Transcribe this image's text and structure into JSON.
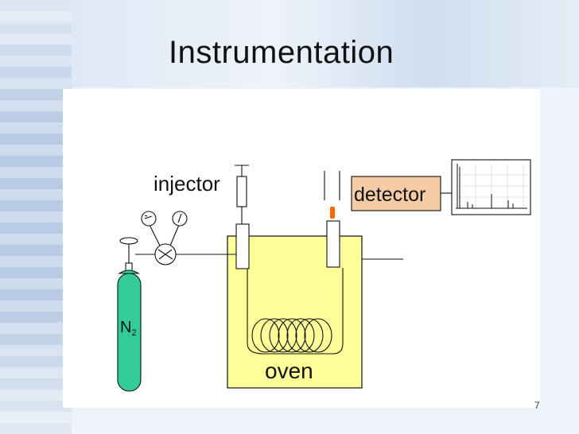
{
  "slide": {
    "title": "Instrumentation",
    "number": "7"
  },
  "diagram": {
    "labels": {
      "injector": "injector",
      "detector": "detector",
      "oven": "oven",
      "gas": "N",
      "gas_sub": "2"
    },
    "colors": {
      "oven_fill": "#ffff99",
      "detector_fill": "#f5cba5",
      "cylinder_fill": "#33cc99",
      "flame": "#ff6600"
    }
  }
}
